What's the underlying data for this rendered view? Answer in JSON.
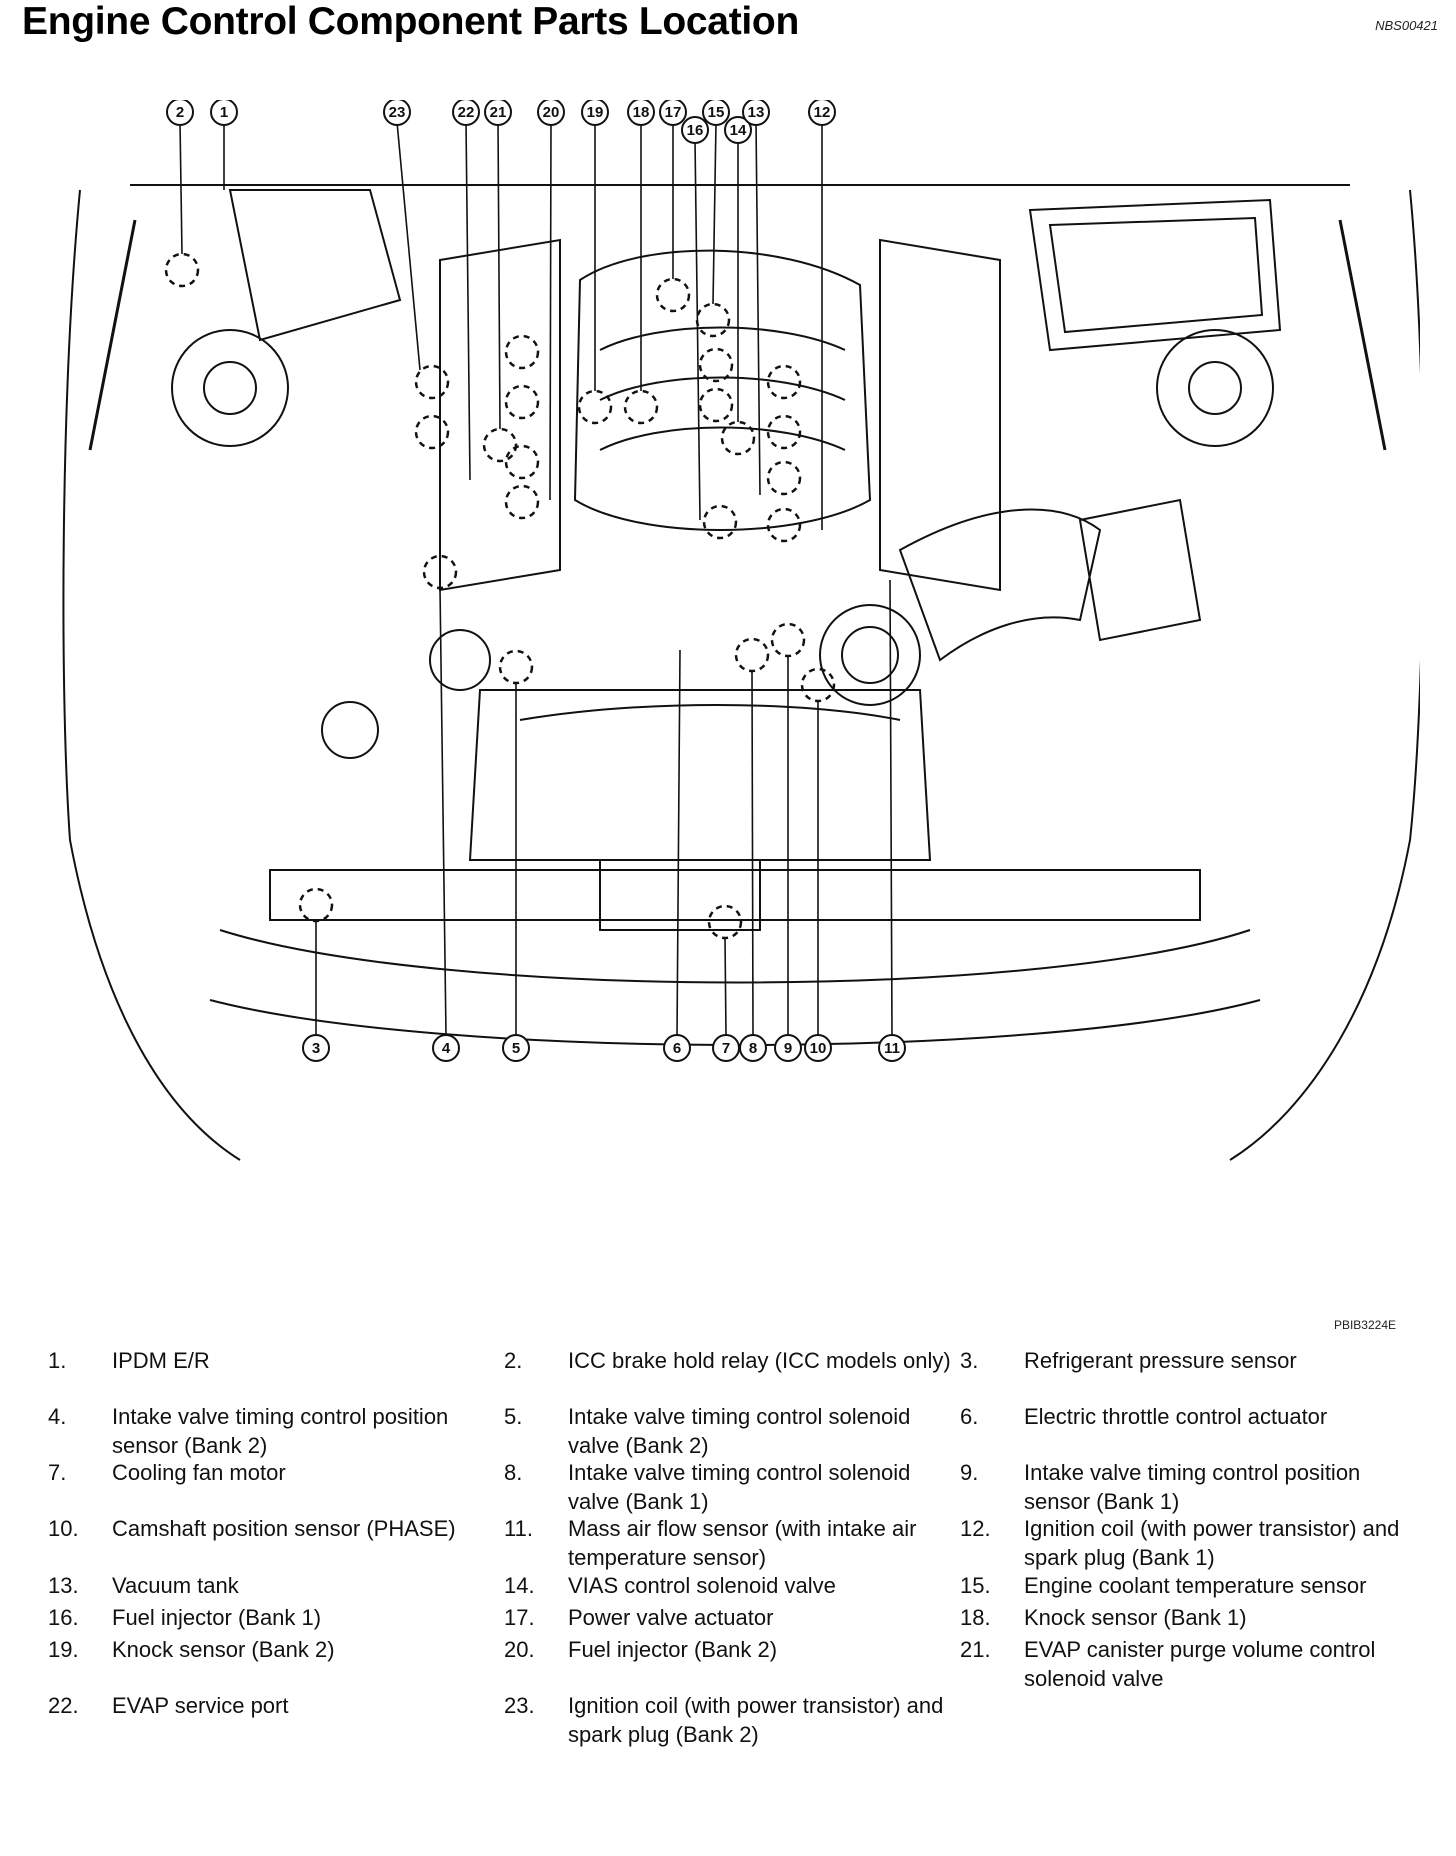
{
  "title": "Engine Control Component Parts Location",
  "doc_id": "NBS00421",
  "figure_id": "PBIB3224E",
  "callout_numbers_top": [
    "2",
    "1",
    "23",
    "22",
    "21",
    "20",
    "19",
    "18",
    "17",
    "16",
    "15",
    "14",
    "13",
    "12"
  ],
  "callout_numbers_bottom": [
    "3",
    "4",
    "5",
    "6",
    "7",
    "8",
    "9",
    "10",
    "11"
  ],
  "legend_rows": [
    [
      {
        "num": "1.",
        "text": "IPDM E/R"
      },
      {
        "num": "2.",
        "text": "ICC brake hold relay (ICC models only)"
      },
      {
        "num": "3.",
        "text": "Refrigerant pressure sensor"
      }
    ],
    [
      {
        "num": "4.",
        "text": "Intake valve timing control position sensor (Bank 2)"
      },
      {
        "num": "5.",
        "text": "Intake valve timing control solenoid valve (Bank 2)"
      },
      {
        "num": "6.",
        "text": "Electric throttle control actuator"
      }
    ],
    [
      {
        "num": "7.",
        "text": "Cooling fan motor"
      },
      {
        "num": "8.",
        "text": "Intake valve timing control solenoid valve (Bank 1)"
      },
      {
        "num": "9.",
        "text": "Intake valve timing control position sensor (Bank 1)"
      }
    ],
    [
      {
        "num": "10.",
        "text": "Camshaft position sensor (PHASE)"
      },
      {
        "num": "11.",
        "text": "Mass air flow sensor (with intake air temperature sensor)"
      },
      {
        "num": "12.",
        "text": "Ignition coil (with power transistor) and spark plug (Bank 1)"
      }
    ],
    [
      {
        "num": "13.",
        "text": "Vacuum tank"
      },
      {
        "num": "14.",
        "text": "VIAS control solenoid valve"
      },
      {
        "num": "15.",
        "text": "Engine coolant temperature sensor"
      }
    ],
    [
      {
        "num": "16.",
        "text": "Fuel injector (Bank 1)"
      },
      {
        "num": "17.",
        "text": "Power valve actuator"
      },
      {
        "num": "18.",
        "text": "Knock sensor (Bank 1)"
      }
    ],
    [
      {
        "num": "19.",
        "text": "Knock sensor (Bank 2)"
      },
      {
        "num": "20.",
        "text": "Fuel injector (Bank 2)"
      },
      {
        "num": "21.",
        "text": "EVAP canister purge volume control solenoid valve"
      }
    ],
    [
      {
        "num": "22.",
        "text": "EVAP service port"
      },
      {
        "num": "23.",
        "text": "Ignition coil (with power transistor) and spark plug (Bank 2)"
      }
    ]
  ]
}
